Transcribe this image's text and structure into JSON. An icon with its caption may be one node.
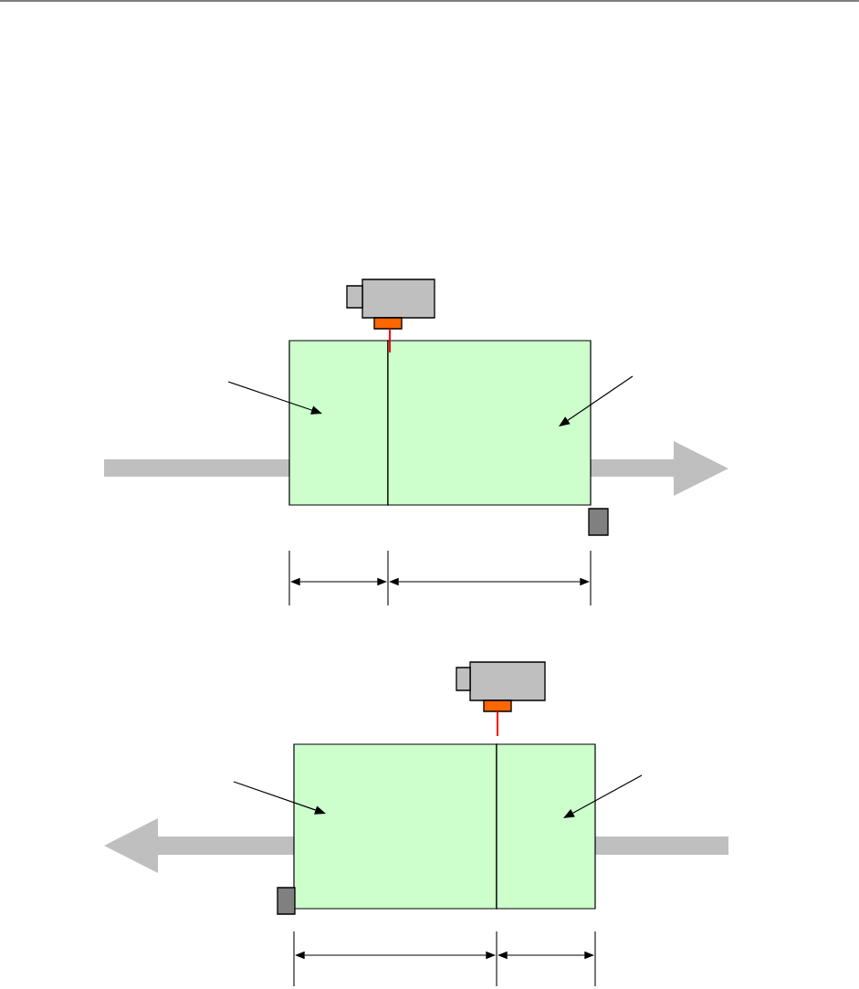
{
  "diagram": {
    "nodes": [
      {
        "text": [],
        "shape": "box"
      },
      {
        "text": [],
        "shape": "box"
      },
      {
        "text": [],
        "shape": "box"
      },
      {
        "text": [],
        "shape": "box"
      }
    ],
    "edges": [
      {
        "from": null,
        "to": 0,
        "arrow": "to"
      },
      {
        "from": null,
        "to": 1,
        "arrow": "to"
      },
      {
        "from": null,
        "to": 2,
        "arrow": "to"
      },
      {
        "from": null,
        "to": 3,
        "arrow": "to"
      }
    ]
  }
}
